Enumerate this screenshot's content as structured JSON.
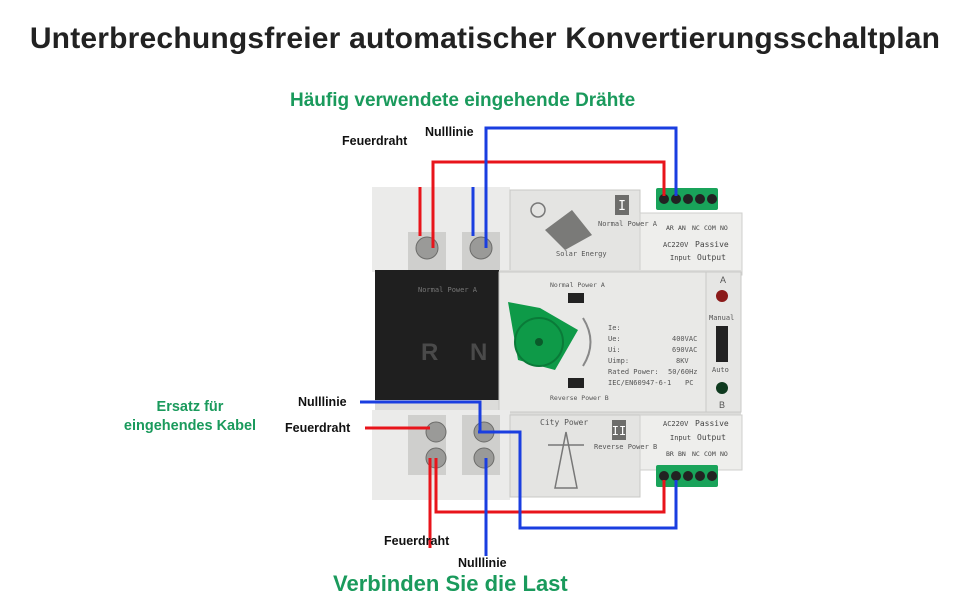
{
  "title": "Unterbrechungsfreier automatischer Konvertierungsschaltplan",
  "top_heading": "Häufig verwendete eingehende Drähte",
  "bottom_heading": "Verbinden Sie die Last",
  "backup_heading": [
    "Ersatz für",
    "eingehendes Kabel"
  ],
  "labels": {
    "top_fire": "Feuerdraht",
    "top_neutral": "Nulllinie",
    "mid_neutral": "Nulllinie",
    "mid_fire": "Feuerdraht",
    "bottom_fire": "Feuerdraht",
    "bottom_neutral": "Nulllinie"
  },
  "device": {
    "left_R": "R",
    "left_N": "N",
    "left_normal_power": "Normal Power A",
    "top_panel_normal": "Normal Power A",
    "top_panel_solar": "Solar Energy",
    "top_roman": "I",
    "bottom_roman": "II",
    "center_normal": "Normal Power A",
    "center_reverse": "Reverse Power B",
    "city_power": "City Power",
    "bottom_reverse": "Reverse Power B",
    "specs": [
      "Ie:",
      "Ue:",
      "Ui:",
      "Uimp:",
      "Rated Power:",
      "IEC/EN60947-6-1"
    ],
    "spec_values": [
      "400VAC",
      "690VAC",
      "8KV",
      "50/60Hz",
      "PC"
    ],
    "led_a": "A",
    "led_b": "B",
    "manual": "Manual",
    "auto": "Auto",
    "top_terms": [
      "AR",
      "AN",
      "NC",
      "COM",
      "NO"
    ],
    "bottom_terms": [
      "BR",
      "BN",
      "NC",
      "COM",
      "NO"
    ],
    "ac_input": "AC220V",
    "input": "Input",
    "passive": "Passive",
    "output": "Output"
  },
  "colors": {
    "fire": "#e8141b",
    "neutral": "#1a3ee0",
    "heading": "#1a9a5c",
    "switch": "#0e9a48"
  }
}
